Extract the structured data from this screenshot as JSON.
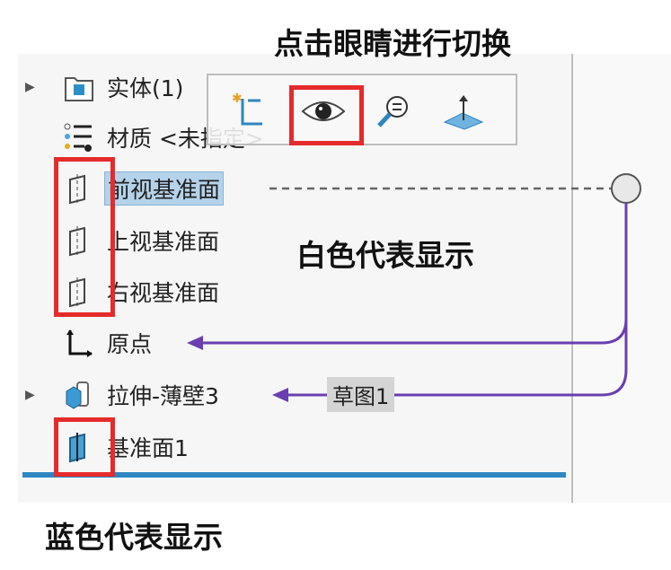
{
  "annotations": {
    "top": "点击眼睛进行切换",
    "white": "白色代表显示",
    "blue": "蓝色代表显示"
  },
  "tree": [
    {
      "label": "实体(1)",
      "icon": "solid-bodies-folder-icon",
      "expandable": true
    },
    {
      "label": "材质 <未指定>",
      "icon": "material-icon"
    },
    {
      "label": "前视基准面",
      "icon": "plane-outline-icon",
      "selected": true
    },
    {
      "label": "上视基准面",
      "icon": "plane-outline-icon"
    },
    {
      "label": "右视基准面",
      "icon": "plane-outline-icon"
    },
    {
      "label": "原点",
      "icon": "origin-icon"
    },
    {
      "label": "拉伸-薄壁3",
      "icon": "extrude-thin-icon",
      "expandable": true
    },
    {
      "label": "基准面1",
      "icon": "plane-blue-icon"
    }
  ],
  "popup": [
    "sketch-icon",
    "eye-icon",
    "zoom-to-selection-icon",
    "normal-to-icon"
  ],
  "tag": "草图1",
  "colors": {
    "accent": "#2e86c1",
    "highlight": "#e52b2b",
    "arrow": "#6a3fb0"
  }
}
